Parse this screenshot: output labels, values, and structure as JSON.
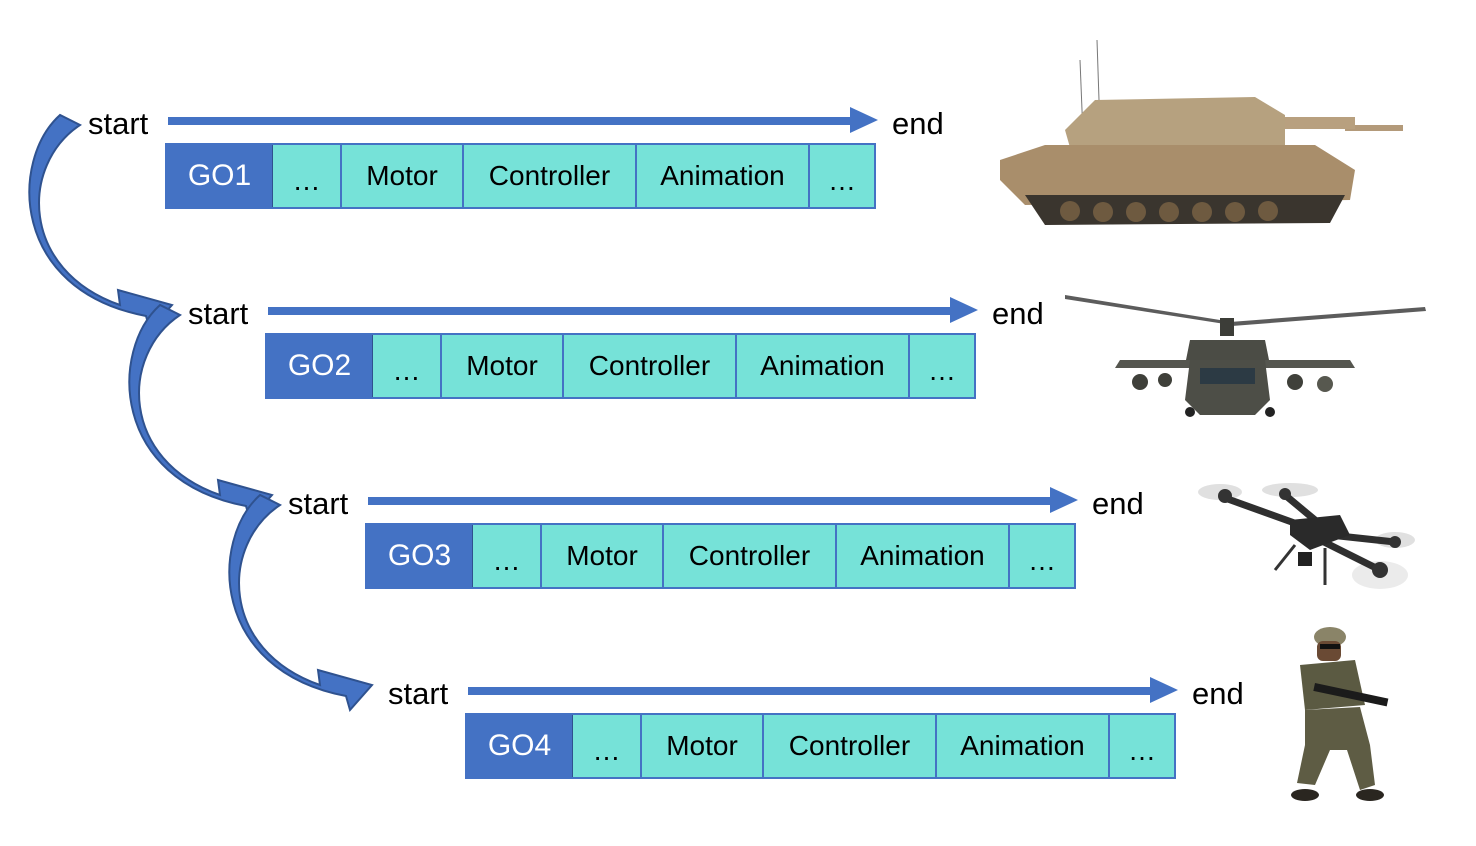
{
  "diagram": {
    "start_label": "start",
    "end_label": "end",
    "colors": {
      "go_fill": "#4472C4",
      "component_fill": "#76E2D8",
      "border": "#4472C4",
      "arrow": "#4472C4"
    },
    "rows": [
      {
        "go": "GO1",
        "cells": [
          "…",
          "Motor",
          "Controller",
          "Animation",
          "…"
        ],
        "image": "tank-image"
      },
      {
        "go": "GO2",
        "cells": [
          "…",
          "Motor",
          "Controller",
          "Animation",
          "…"
        ],
        "image": "helicopter-image"
      },
      {
        "go": "GO3",
        "cells": [
          "…",
          "Motor",
          "Controller",
          "Animation",
          "…"
        ],
        "image": "drone-image"
      },
      {
        "go": "GO4",
        "cells": [
          "…",
          "Motor",
          "Controller",
          "Animation",
          "…"
        ],
        "image": "soldier-image"
      }
    ]
  }
}
